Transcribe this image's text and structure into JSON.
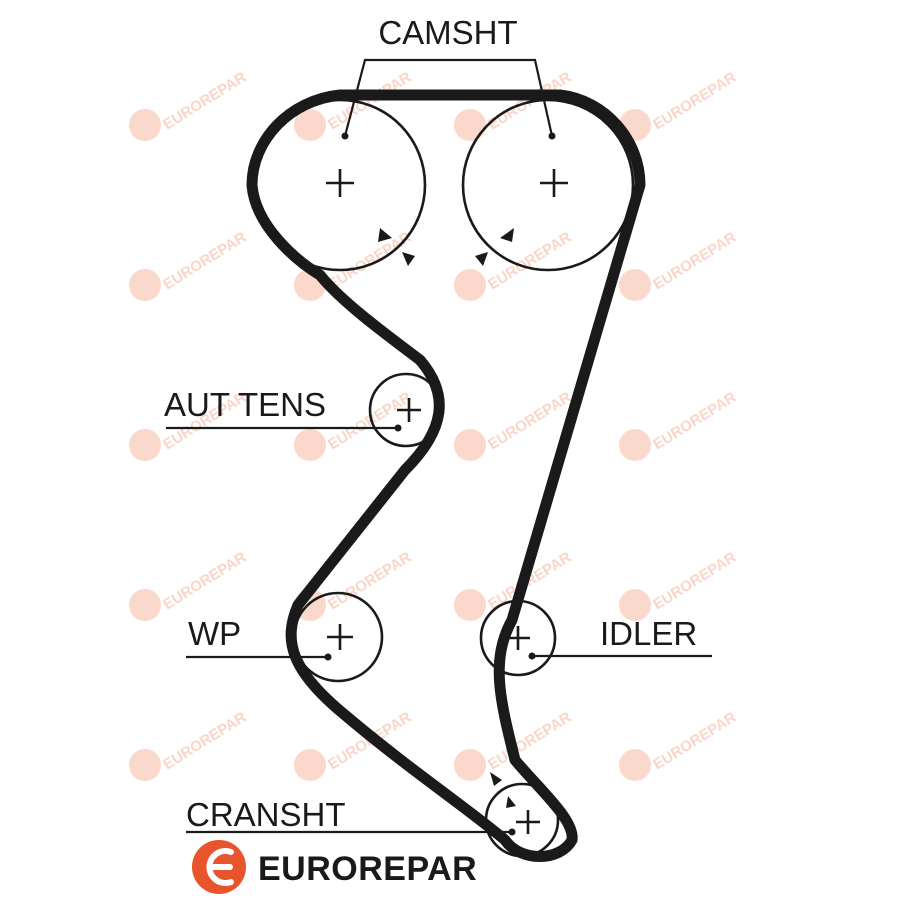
{
  "labels": {
    "camshaft": "CAMSHT",
    "tensioner": "AUT TENS",
    "water_pump": "WP",
    "idler": "IDLER",
    "crankshaft": "CRANSHT"
  },
  "brand": {
    "name": "EUROREPAR",
    "color": "#e8542b"
  },
  "watermark": {
    "text": "EUROREPAR",
    "color": "#f4a98c"
  },
  "colors": {
    "belt": "#1a1a1a",
    "background": "#ffffff"
  }
}
